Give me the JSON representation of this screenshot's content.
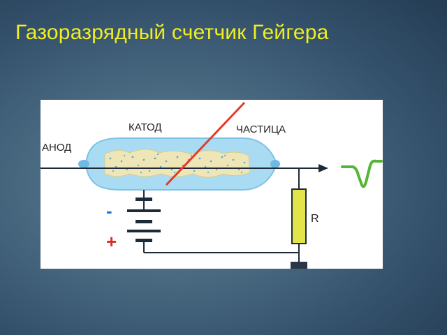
{
  "slide": {
    "title": "Газоразрядный счетчик Гейгера"
  },
  "diagram": {
    "labels": {
      "anode": "АНОД",
      "cathode": "КАТОД",
      "particle": "ЧАСТИЦА",
      "resistor": "R",
      "minus": "-",
      "plus": "+"
    },
    "colors": {
      "title": "#f0ee22",
      "tube": "#9fd8f0",
      "particle_track": "#e53a2a",
      "signal": "#55b536",
      "resistor": "#e2e44a",
      "plus": "#e02a1f",
      "minus": "#1f6fd8"
    }
  }
}
